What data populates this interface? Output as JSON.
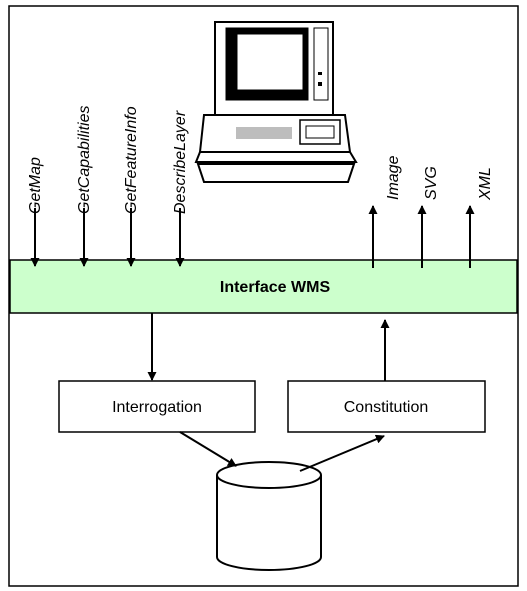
{
  "requests": [
    "GetMap",
    "GetCapabilities",
    "GetFeatureInfo",
    "DescribeLayer"
  ],
  "responses": [
    "Image",
    "SVG",
    "XML"
  ],
  "interface": {
    "label": "Interface WMS",
    "color": "#ccffcc"
  },
  "boxes": {
    "interrogation": "Interrogation",
    "constitution": "Constitution"
  },
  "computer_icon": "computer-icon",
  "database_icon": "database-cylinder-icon"
}
